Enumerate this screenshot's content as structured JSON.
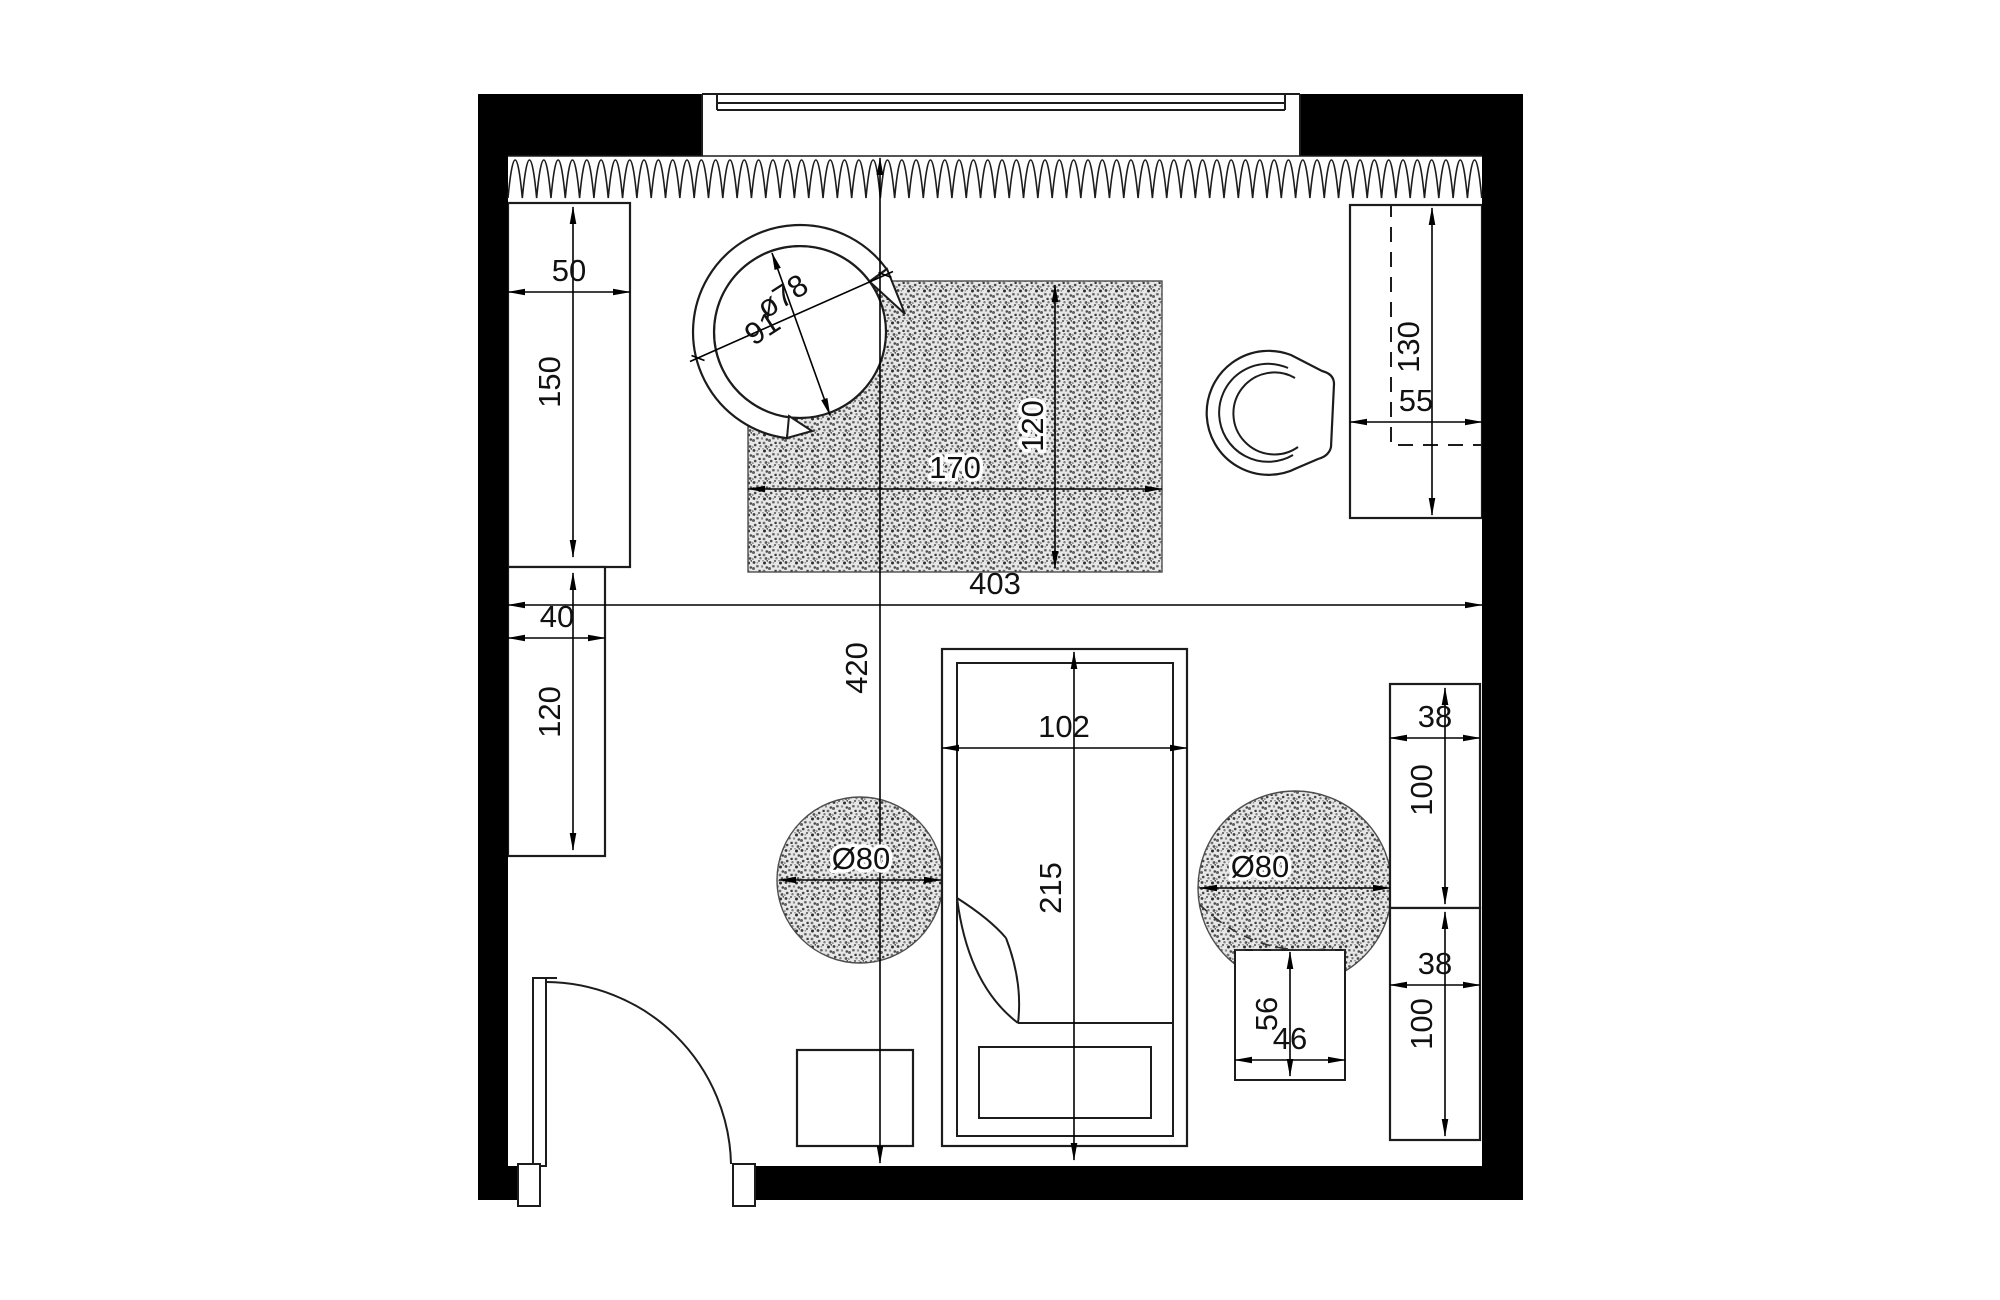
{
  "drawing": {
    "type": "bedroom floor plan",
    "units": "cm"
  },
  "dims": {
    "wardrobe_width": "50",
    "wardrobe_height": "150",
    "cabinet_depth": "40",
    "cabinet_height": "120",
    "room_width": "403",
    "room_depth": "420",
    "rug_width": "170",
    "rug_height": "120",
    "bed_width": "102",
    "bed_length": "215",
    "desk_length": "130",
    "desk_depth": "55",
    "shelf_top_width": "38",
    "shelf_top_height": "100",
    "shelf_bottom_width": "38",
    "shelf_bottom_height": "100",
    "round_rug_left_diameter": "Ø80",
    "round_rug_right_diameter": "Ø80",
    "stool_depth": "56",
    "stool_width": "46",
    "chair_seat_diameter": "ø78",
    "chair_outer_diameter": "91"
  },
  "colors": {
    "wall": "#000000",
    "line": "#1c1c1c",
    "background": "#ffffff",
    "hatch_base": "#e7e7e7"
  }
}
